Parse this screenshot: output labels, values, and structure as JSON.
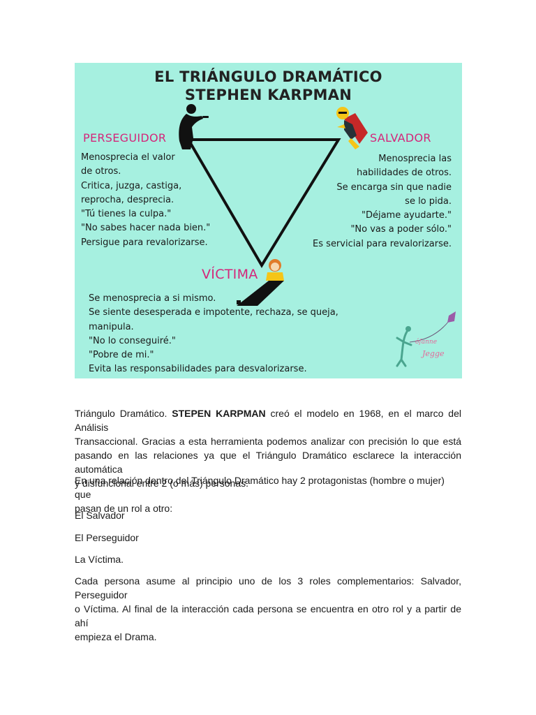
{
  "poster": {
    "title_line1": "EL TRIÁNGULO DRAMÁTICO",
    "title_line2": "STEPHEN KARPMAN",
    "perseguidor": {
      "label": "PERSEGUIDOR",
      "lines": [
        "Menosprecia el valor",
        "de otros.",
        "Critica, juzga, castiga,",
        "reprocha, desprecia.",
        "\"Tú tienes la culpa.\"",
        "\"No sabes hacer nada bien.\"",
        "Persigue para revalorizarse."
      ]
    },
    "salvador": {
      "label": "SALVADOR",
      "lines": [
        "Menosprecia las",
        "habilidades de otros.",
        "Se encarga sin que nadie",
        "se lo pida.",
        "\"Déjame ayudarte.\"",
        "\"No vas a poder sólo.\"",
        "Es servicial para revalorizarse."
      ]
    },
    "victima": {
      "label": "VÍCTIMA",
      "lines": [
        "Se menosprecia a si mismo.",
        "Se siente desesperada e impotente, rechaza, se queja,",
        "manipula.",
        "\"No lo conseguiré.\"",
        "\"Pobre de mi.\"",
        "Evita las responsabilidades para desvalorizarse."
      ]
    },
    "colors": {
      "background": "#a6f0e0",
      "role_label": "#d4267a",
      "triangle": "#111111"
    }
  },
  "doc": {
    "para1": {
      "prefix": "Triángulo Dramático. ",
      "bold": "STEPEN KARPMAN",
      "line1_rest": " creó el modelo en 1968, en el marco del Análisis",
      "line2": "Transaccional. Gracias a esta herramienta podemos analizar con precisión lo que está",
      "line3": "pasando en las relaciones ya que el Triángulo Dramático esclarece la interacción automática",
      "line4": "y disfuncional entre 2 (o más) personas."
    },
    "para2": {
      "line1": "En una relación dentro del Triángulo Dramático hay 2 protagonistas (hombre o mujer) que",
      "line2": "pasan de un rol a otro:"
    },
    "item1": "El Salvador",
    "item2": "El Perseguidor",
    "item3": "La Víctima.",
    "para3": {
      "line1": "Cada persona asume al principio uno de los 3 roles complementarios: Salvador,  Perseguidor",
      "line2": "o Víctima. Al final de la interacción cada persona se encuentra en otro rol y a partir de ahí",
      "line3": "empieza el Drama."
    }
  }
}
